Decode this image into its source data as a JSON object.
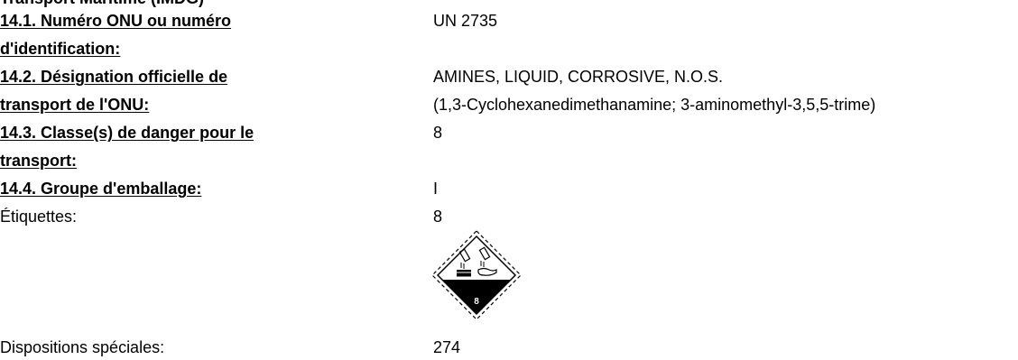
{
  "header_partial": "Transport Maritime (IMDG)",
  "rows": [
    {
      "label_line1": "14.1. Numéro ONU ou numéro",
      "label_line2": "d'identification:",
      "value_line1": "UN 2735"
    },
    {
      "label_line1": "14.2. Désignation officielle de",
      "label_line2": "transport de l'ONU:",
      "value_line1": "AMINES, LIQUID, CORROSIVE, N.O.S.",
      "value_line2": "(1,3-Cyclohexanedimethanamine; 3-aminomethyl-3,5,5-trime)"
    },
    {
      "label_line1": "14.3. Classe(s) de danger pour le",
      "label_line2": "transport:",
      "value_line1": "8"
    },
    {
      "label_line1": "14.4. Groupe d'emballage:",
      "value_line1": "I"
    },
    {
      "label_line1": "Étiquettes:",
      "value_line1": "8"
    },
    {
      "label_line1": "Dispositions spéciales:",
      "value_line1": "274"
    }
  ],
  "pictogram": {
    "class_number": "8",
    "icon": "corrosive-hazard-diamond-icon"
  }
}
